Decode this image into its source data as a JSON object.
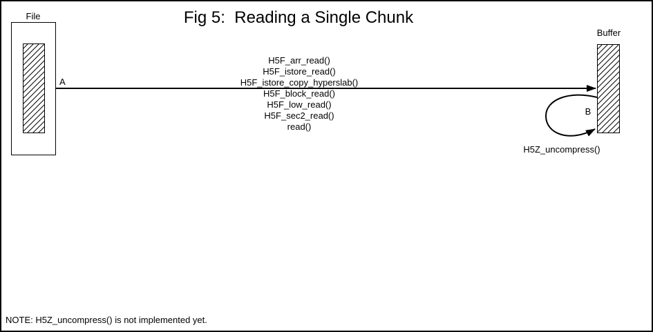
{
  "colors": {
    "ink": "#000000",
    "background": "#ffffff"
  },
  "title": "Fig 5:  Reading a Single Chunk",
  "file": {
    "label": "File"
  },
  "buffer": {
    "label": "Buffer"
  },
  "arrow_a": {
    "label": "A",
    "functions_above": [
      "H5F_arr_read()",
      "H5F_istore_read()",
      "H5F_istore_copy_hyperslab()"
    ],
    "functions_below": [
      "H5F_block_read()",
      "H5F_low_read()",
      "H5F_sec2_read()",
      "read()"
    ]
  },
  "loop_b": {
    "label": "B",
    "function": "H5Z_uncompress()"
  },
  "note": "NOTE: H5Z_uncompress() is not implemented yet."
}
